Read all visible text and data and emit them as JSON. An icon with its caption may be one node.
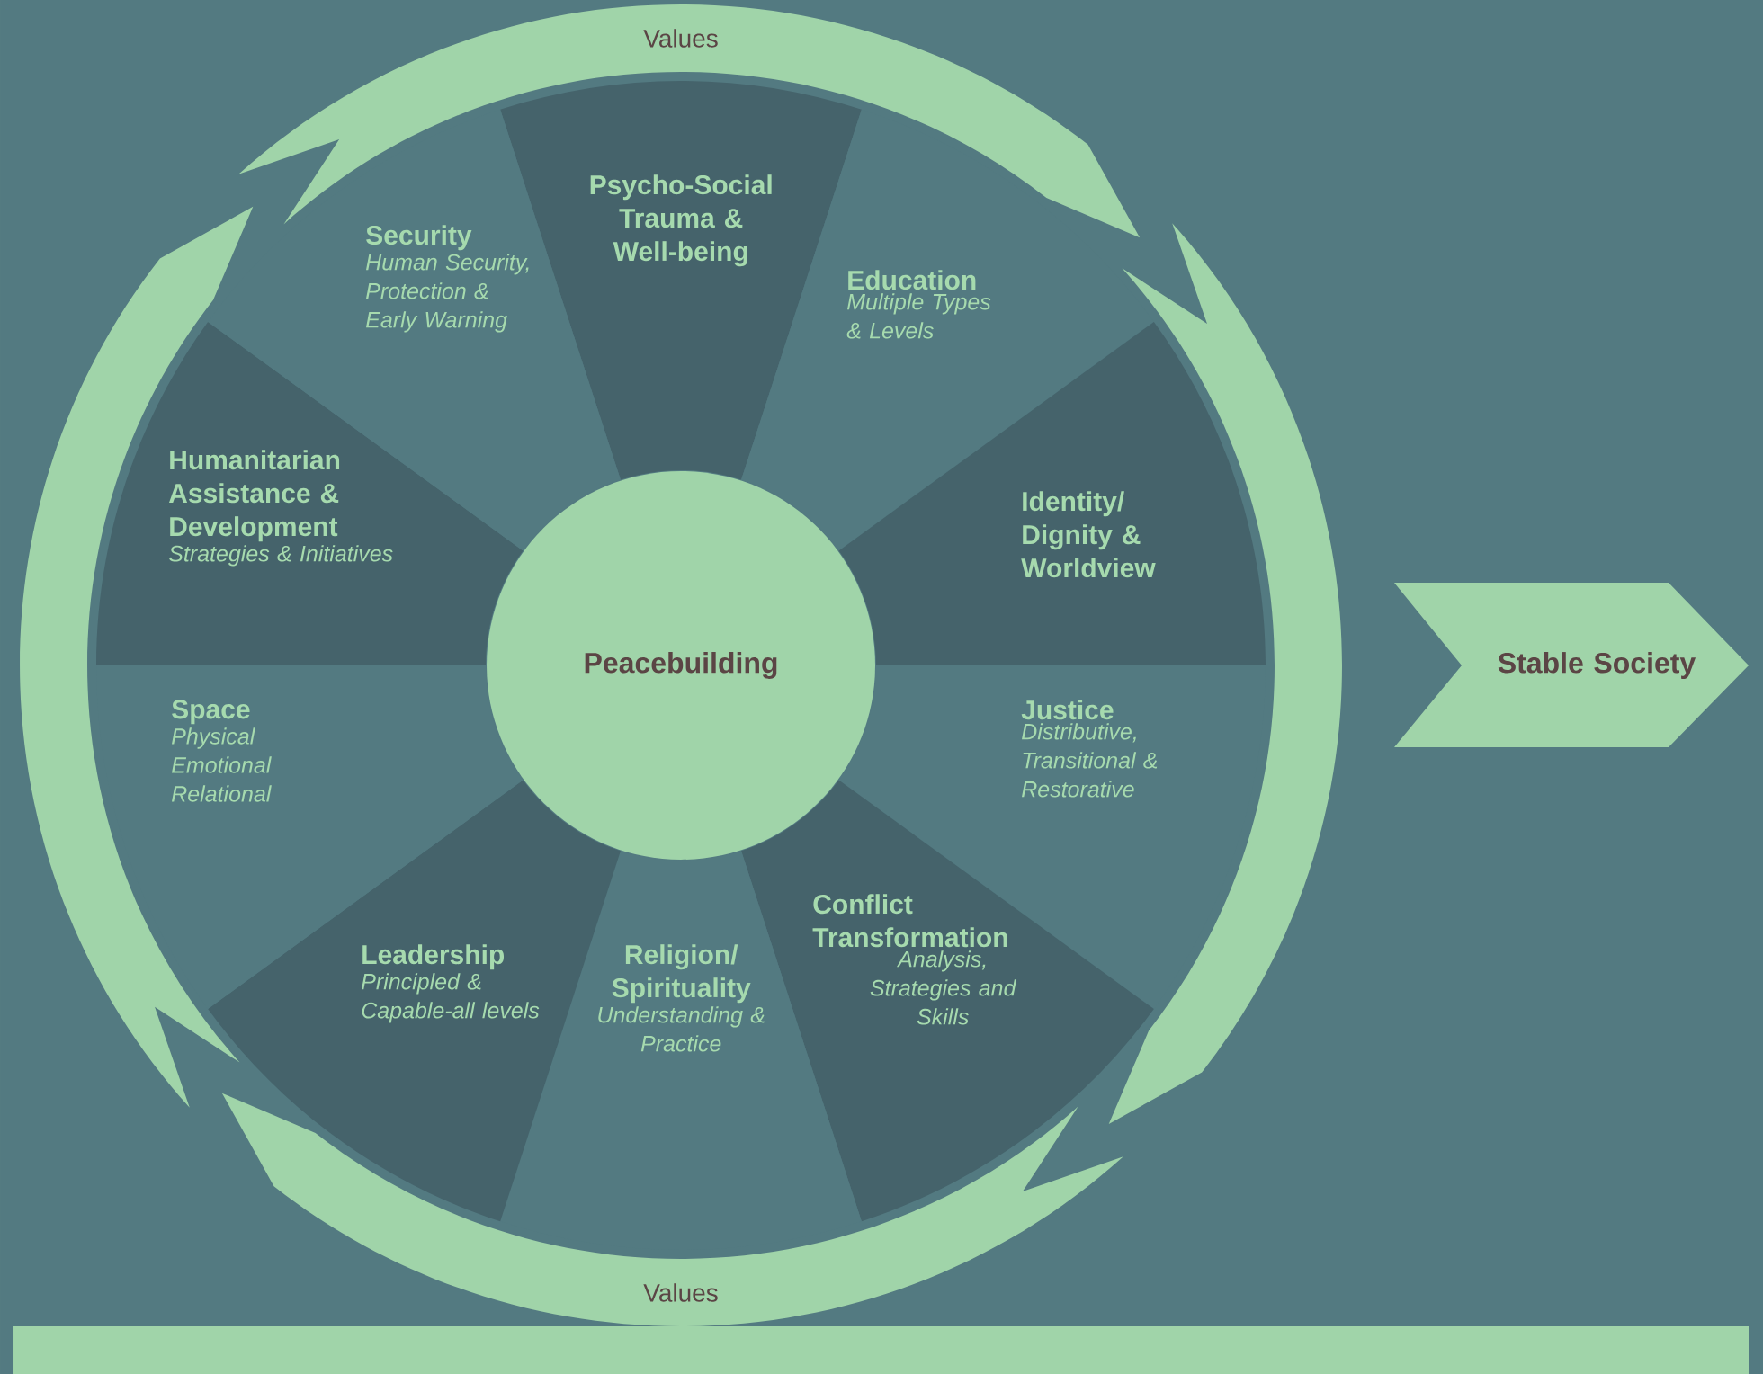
{
  "diagram": {
    "nodes": [
      {
        "text": [
          "Psycho-Social Trauma & Well-being"
        ]
      },
      {
        "text": [
          "Education",
          "Multiple Types & Levels"
        ]
      },
      {
        "text": [
          "Identity/ Dignity & Worldview"
        ]
      },
      {
        "text": [
          "Justice",
          "Distributive, Transitional & Restorative"
        ]
      },
      {
        "text": [
          "Conflict Transformation",
          "Analysis, Strategies and Skills"
        ]
      },
      {
        "text": [
          "Religion/ Spirituality",
          "Understanding & Practice"
        ]
      },
      {
        "text": [
          "Leadership",
          "Principled & Capable-all levels"
        ]
      },
      {
        "text": [
          "Space",
          "Physical Emotional Relational"
        ]
      },
      {
        "text": [
          "Humanitarian Assistance & Development",
          "Strategies & Initiatives"
        ]
      },
      {
        "text": [
          "Security",
          "Human Security, Protection & Early Warning"
        ]
      },
      {
        "text": [
          "Peacebuilding"
        ]
      },
      {
        "text": [
          "Values"
        ]
      },
      {
        "text": [],
        "shape": "arrow"
      },
      {
        "text": [
          "Values"
        ]
      },
      {
        "text": [],
        "shape": "arrow"
      },
      {
        "text": [
          "Stable Society"
        ]
      },
      {
        "text": [],
        "shape": "bar"
      }
    ]
  }
}
